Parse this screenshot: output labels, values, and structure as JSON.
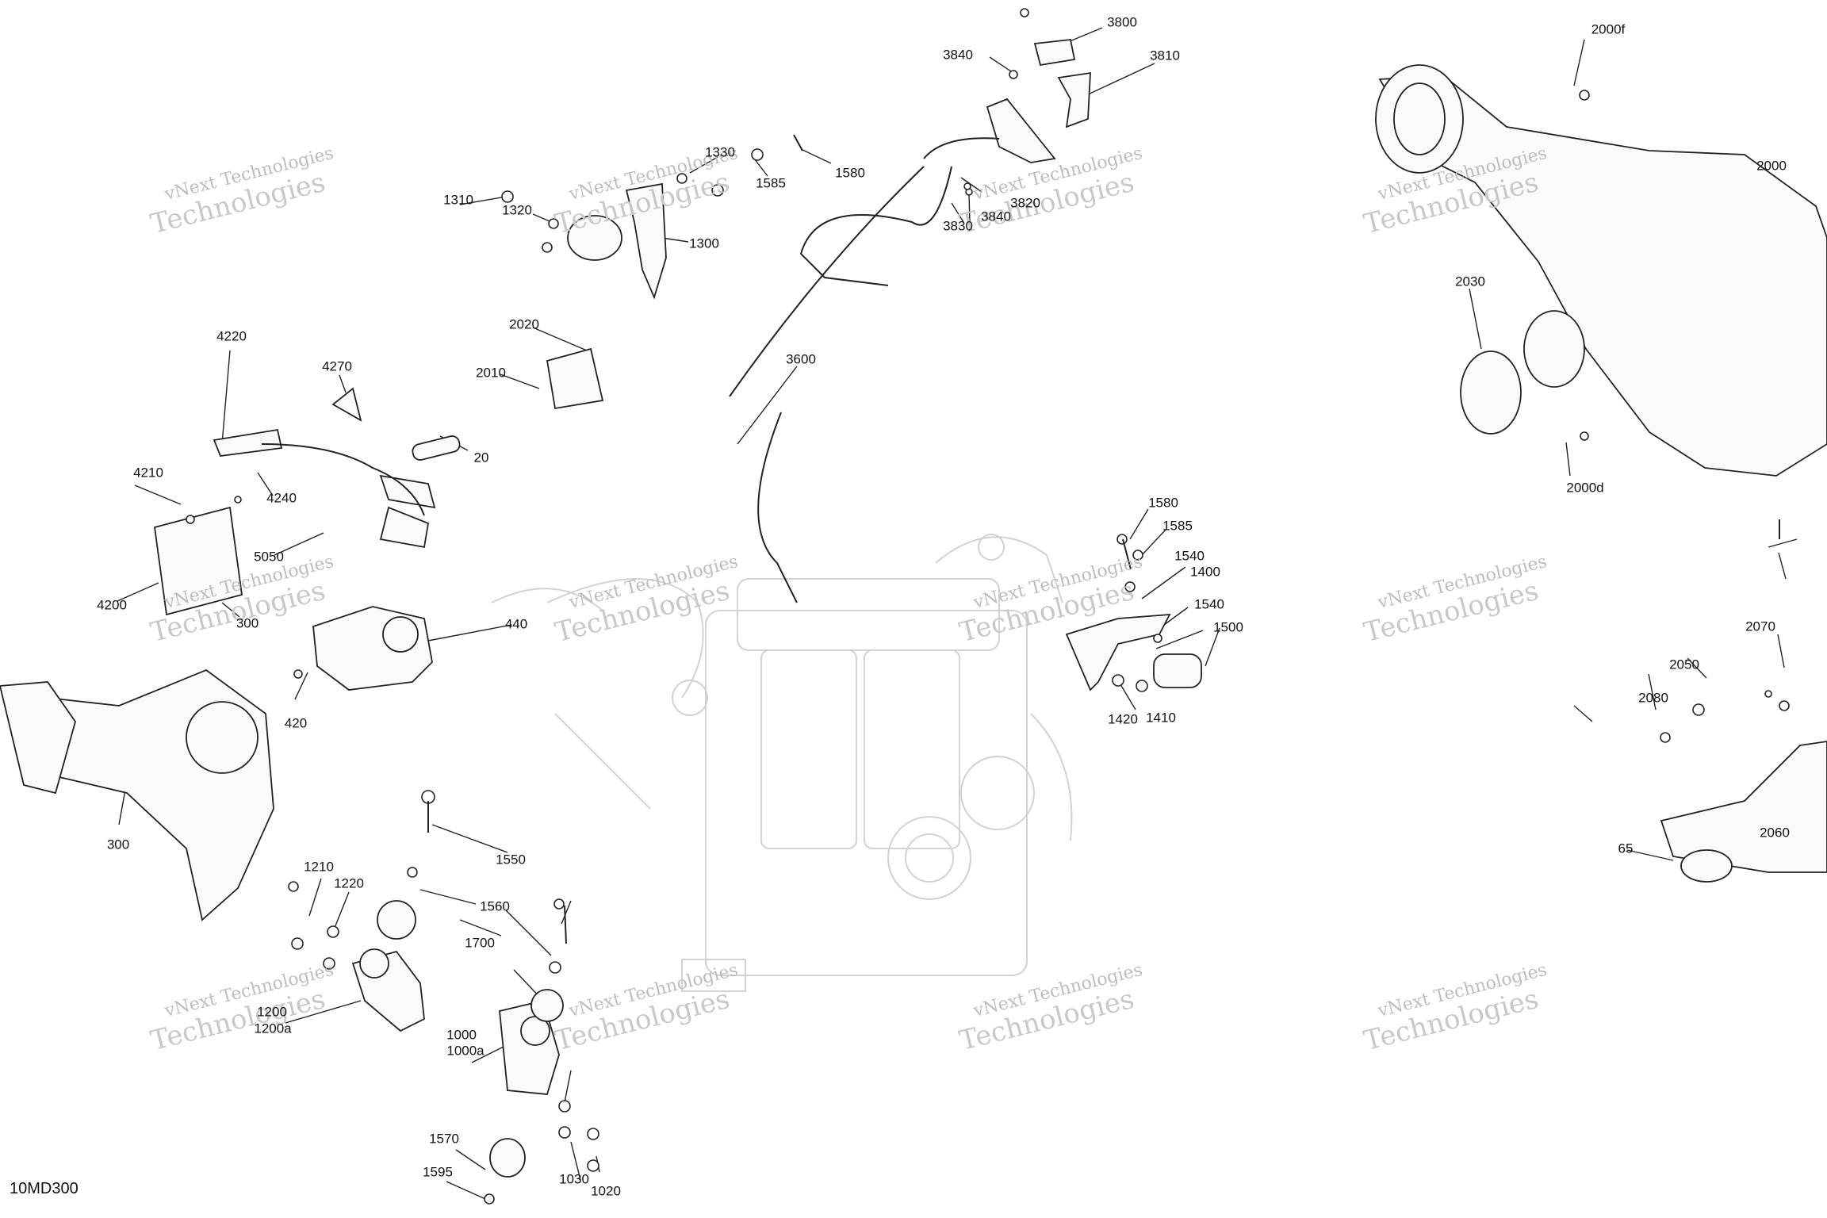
{
  "diagram_code": "10MD300",
  "watermark": {
    "line1": "vNext Technologies",
    "line2": "Technologies"
  },
  "part_numbers": [
    "3800",
    "3840",
    "3810",
    "2000f",
    "1330",
    "1580",
    "1585",
    "1310",
    "1320",
    "1300",
    "3820",
    "3840",
    "3830",
    "2000",
    "4220",
    "2020",
    "2010",
    "3600",
    "2030",
    "4270",
    "20",
    "4210",
    "4240",
    "5050",
    "1580",
    "1585",
    "1540",
    "1400",
    "2000d",
    "4200",
    "300",
    "440",
    "1540",
    "1500",
    "2070",
    "2050",
    "2080",
    "420",
    "1420",
    "1410",
    "300",
    "2060",
    "1550",
    "65",
    "1210",
    "1220",
    "1560",
    "1700",
    "1200",
    "1200a",
    "1000",
    "1000a",
    "1570",
    "1595",
    "1030",
    "1020"
  ]
}
